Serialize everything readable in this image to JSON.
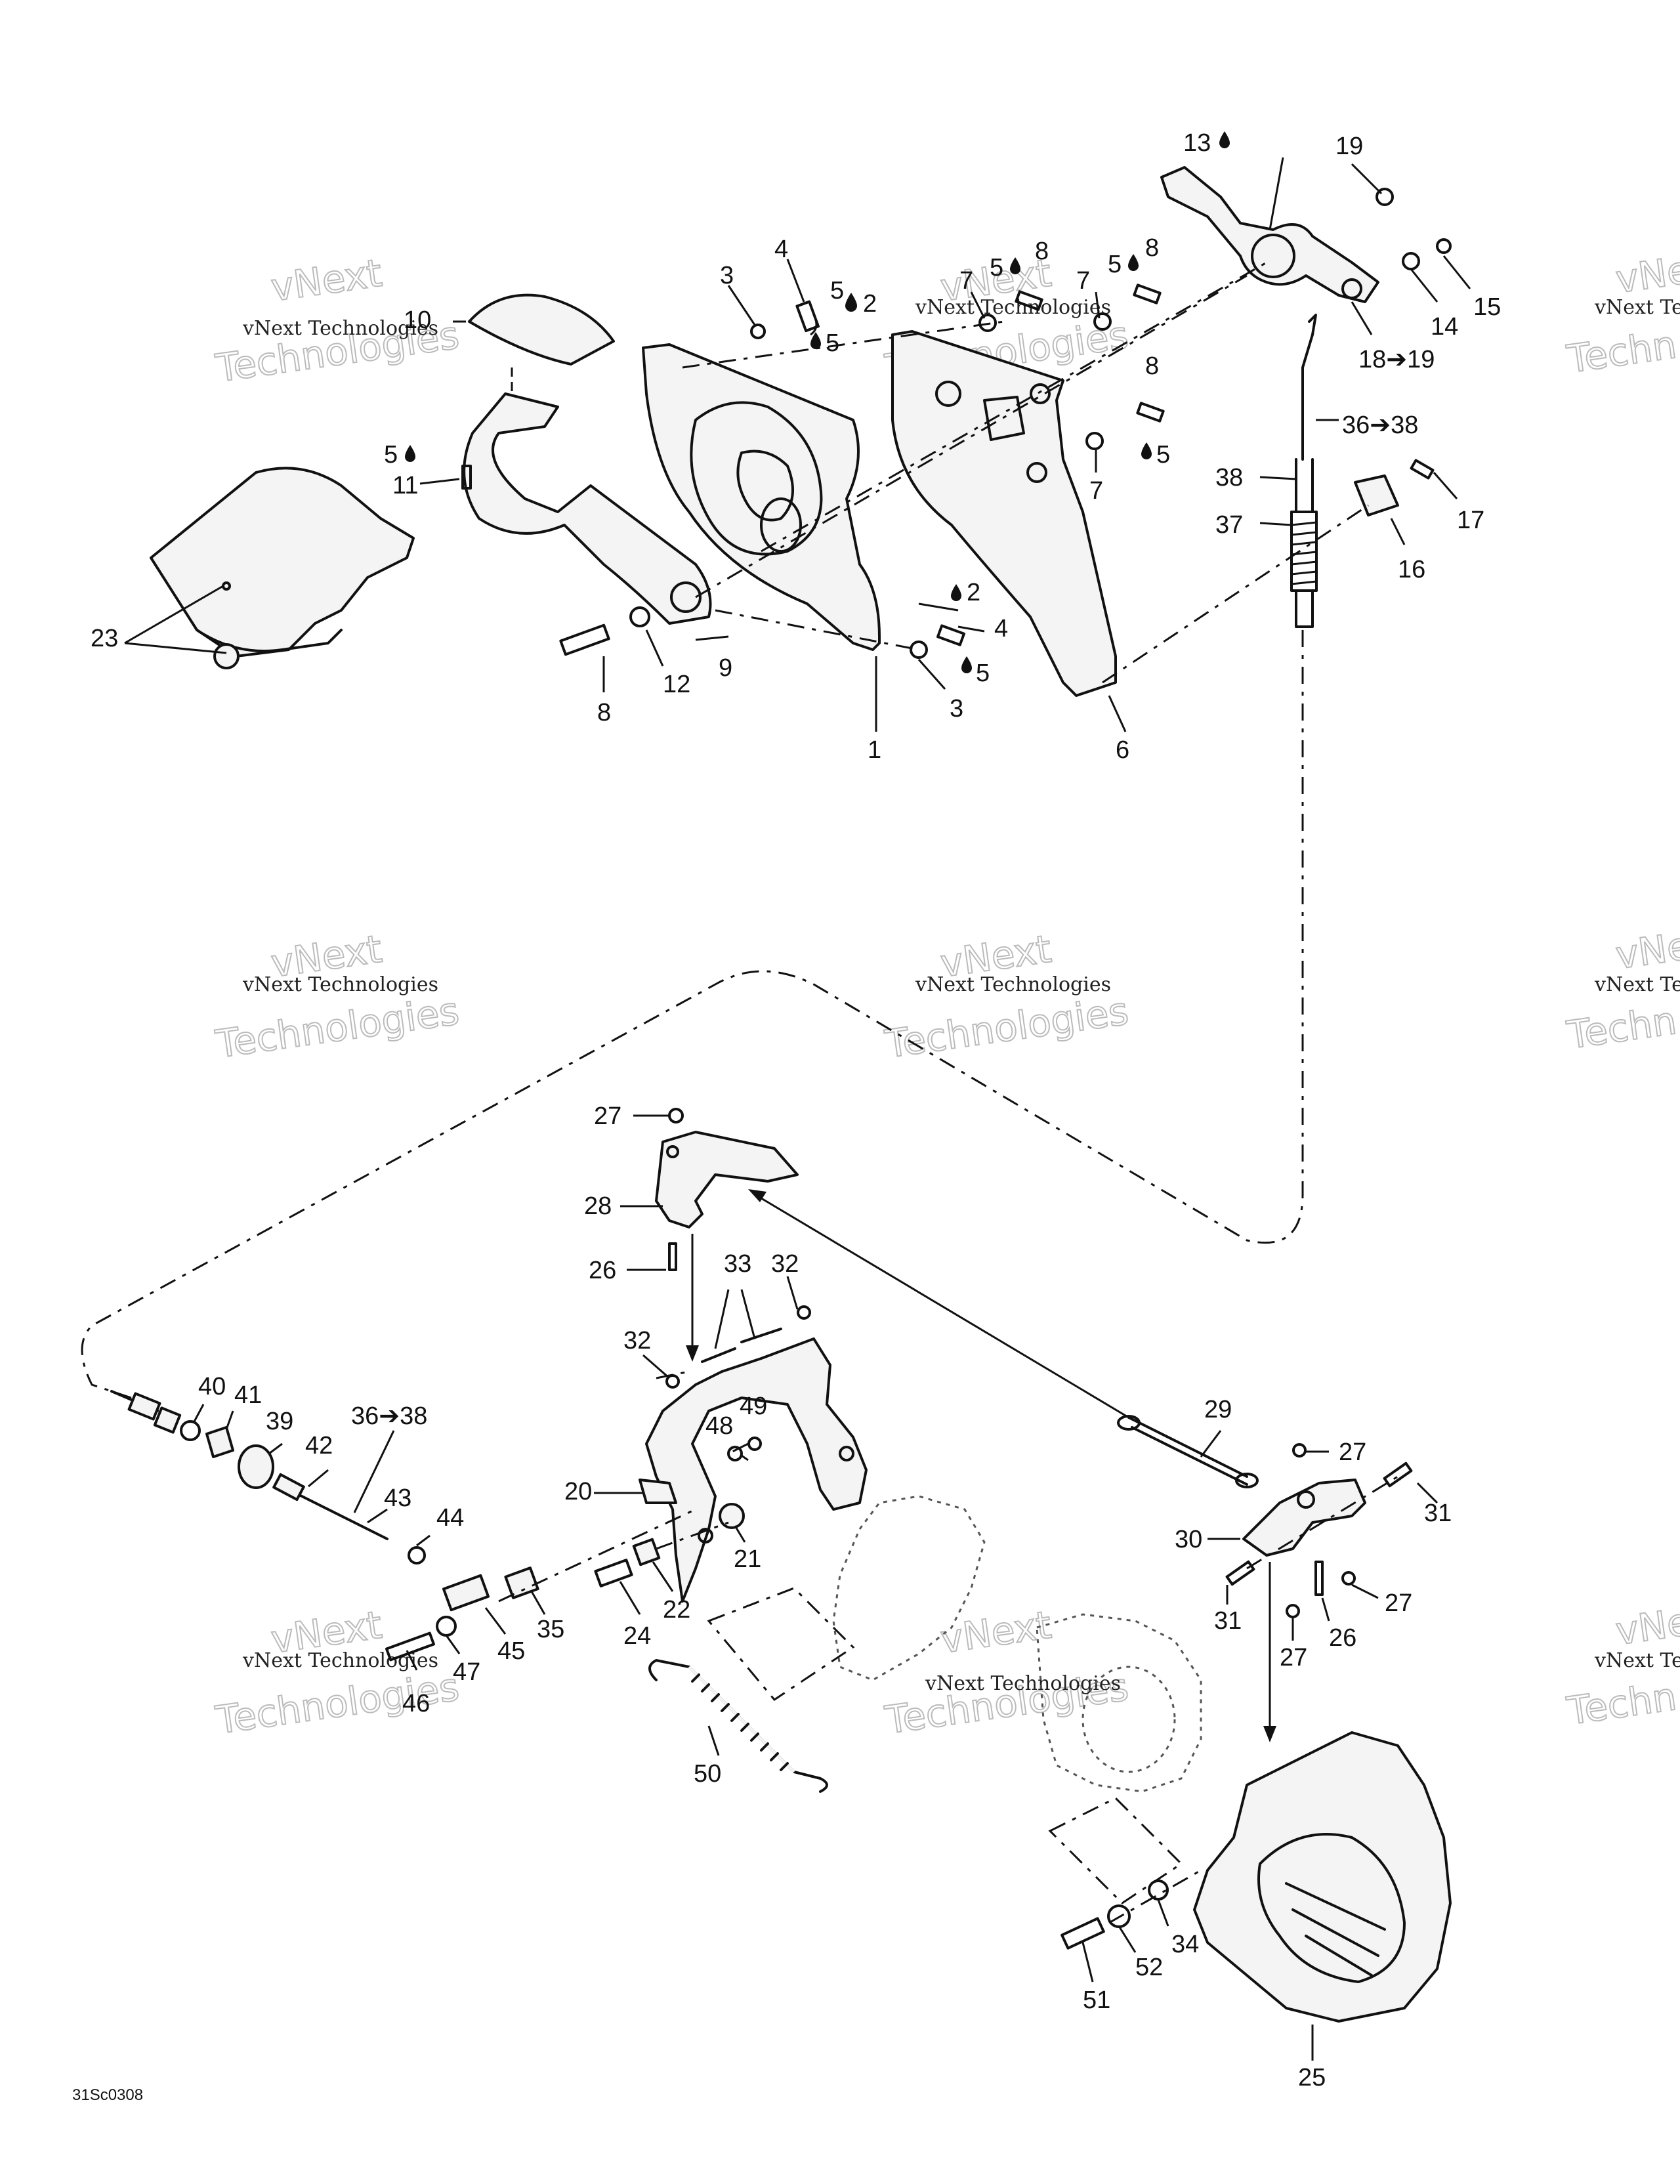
{
  "drawing_code": "31Sc0308",
  "watermark": {
    "small": "vNext Technologies",
    "big_top": "vNext",
    "big_bottom": "Technologies",
    "partial_small": "vNext Tec",
    "partial_big_top": "vNe",
    "partial_big_bottom": "Techn"
  },
  "callouts": {
    "c1": "1",
    "c2a": "2",
    "c2b": "2",
    "c3a": "3",
    "c3b": "3",
    "c4a": "4",
    "c4b": "4",
    "c5a": "5",
    "c5b": "5",
    "c5c": "5",
    "c5d": "5",
    "c5e": "5",
    "c5f": "5",
    "c5g": "5",
    "c6": "6",
    "c7a": "7",
    "c7b": "7",
    "c7c": "7",
    "c8a": "8",
    "c8b": "8",
    "c8c": "8",
    "c8d": "8",
    "c9": "9",
    "c10": "10",
    "c11": "11",
    "c12": "12",
    "c13": "13",
    "c14": "14",
    "c15": "15",
    "c16": "16",
    "c17": "17",
    "c18": "18➔19",
    "c19": "19",
    "c20": "20",
    "c21": "21",
    "c22": "22",
    "c23": "23",
    "c24": "24",
    "c25": "25",
    "c26a": "26",
    "c26b": "26",
    "c27a": "27",
    "c27b": "27",
    "c27c": "27",
    "c27d": "27",
    "c28": "28",
    "c29": "29",
    "c30": "30",
    "c31a": "31",
    "c31b": "31",
    "c32a": "32",
    "c32b": "32",
    "c33": "33",
    "c34": "34",
    "c35": "35",
    "c36a": "36➔38",
    "c36b": "36➔38",
    "c37": "37",
    "c38": "38",
    "c39": "39",
    "c40": "40",
    "c41": "41",
    "c42": "42",
    "c43": "43",
    "c44": "44",
    "c45": "45",
    "c46": "46",
    "c47": "47",
    "c48": "48",
    "c49": "49",
    "c50": "50",
    "c51": "51",
    "c52": "52"
  }
}
